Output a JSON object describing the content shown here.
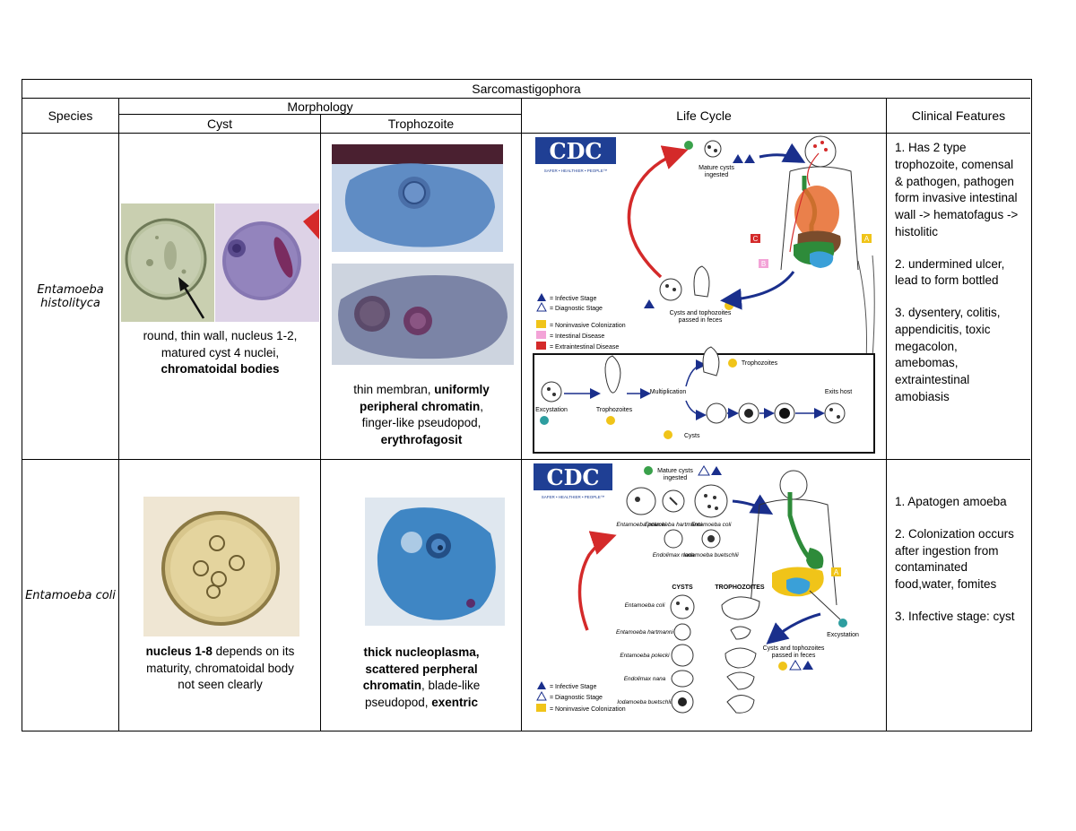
{
  "table": {
    "title": "Sarcomastigophora",
    "headers": {
      "species": "Species",
      "morphology": "Morphology",
      "cyst": "Cyst",
      "trophozoite": "Trophozoite",
      "life_cycle": "Life Cycle",
      "clinical": "Clinical Features"
    }
  },
  "rows": [
    {
      "species_line1": "Entamoeba",
      "species_line2": "histolityca",
      "cyst_desc": {
        "part1": "round, thin wall, nucleus 1-2,",
        "part2": "matured cyst 4 nuclei,",
        "bold1": "chromatoidal bodies"
      },
      "troph_desc": {
        "part1": "thin membran, ",
        "bold1": "uniformly",
        "bold2": "peripheral chromatin",
        "part2": ",",
        "part3": "finger-like pseudopod,",
        "bold3": "erythrofagosit"
      },
      "clinical": [
        "1. Has 2 type trophozoite, comensal & pathogen, pathogen form invasive intestinal wall -> hematofagus -> histolitic",
        "2. undermined ulcer, lead to form bottled",
        "3. dysentery, colitis, appendicitis, toxic megacolon, amebomas, extraintestinal amobiasis"
      ],
      "life_cycle": {
        "logo": "CDC",
        "logo_sub": "SAFER • HEALTHIER • PEOPLE™",
        "mature_cysts": "Mature cysts",
        "ingested": "ingested",
        "passed1": "Cysts and tophozoites",
        "passed2": "passed in feces",
        "legend_infective": "= Infective Stage",
        "legend_diagnostic": "= Diagnostic Stage",
        "legend_noninvasive": "= Noninvasive Colonization",
        "legend_intestinal": "= Intestinal Disease",
        "legend_extra": "= Extraintestinal Disease",
        "excystation": "Excystation",
        "trophozoites": "Trophozoites",
        "multiplication": "Multiplication",
        "trophozoites_top": "Trophozoites",
        "exits_host": "Exits host",
        "cysts": "Cysts"
      }
    },
    {
      "species": "Entamoeba coli",
      "cyst_desc": {
        "bold1": "nucleus 1-8",
        "part1": " depends on its",
        "part2": "maturity, chromatoidal body",
        "part3": "not seen clearly"
      },
      "troph_desc": {
        "bold1": "thick nucleoplasma,",
        "bold2": "scattered perpheral",
        "bold3": "chromatin",
        "part1": ",  blade-like",
        "part2": "pseudopod, ",
        "bold4": "exentric"
      },
      "clinical": [
        "1. Apatogen amoeba",
        "2. Colonization occurs after ingestion from contaminated food,water, fomites",
        "3. Infective stage: cyst"
      ],
      "life_cycle": {
        "logo": "CDC",
        "logo_sub": "SAFER • HEALTHIER • PEOPLE™",
        "mature_cysts": "Mature cysts",
        "ingested": "ingested",
        "polecki": "Entamoeba polecki",
        "hartmanni": "Entamoeba hartmanni",
        "coli": "Entamoeba coli",
        "endolimax": "Endolimax nana",
        "iodamoeba": "Iodamoeba buetschlii",
        "cysts_col": "CYSTS",
        "troph_col": "TROPHOZOITES",
        "row_coli": "Entamoeba coli",
        "row_hartmanni": "Entamoeba hartmanni",
        "row_polecki": "Entamoeba polecki",
        "row_endolimax": "Endolimax nana",
        "row_iodamoeba": "Iodamoeba buetschlii",
        "excystation": "Excystation",
        "passed1": "Cysts and tophozoites",
        "passed2": "passed in feces",
        "legend_infective": "= Infective Stage",
        "legend_diagnostic": "= Diagnostic Stage",
        "legend_noninvasive": "= Noninvasive Colonization"
      }
    }
  ],
  "colors": {
    "cdc_blue": "#1f3f94",
    "red_arrow": "#d42a2a",
    "navy_arrow": "#1a2f8c",
    "green_gut": "#2e8b3a",
    "yellow_gut": "#f0c419",
    "stain_purple": "#7b6ca8",
    "stain_blue": "#3f86c4"
  }
}
